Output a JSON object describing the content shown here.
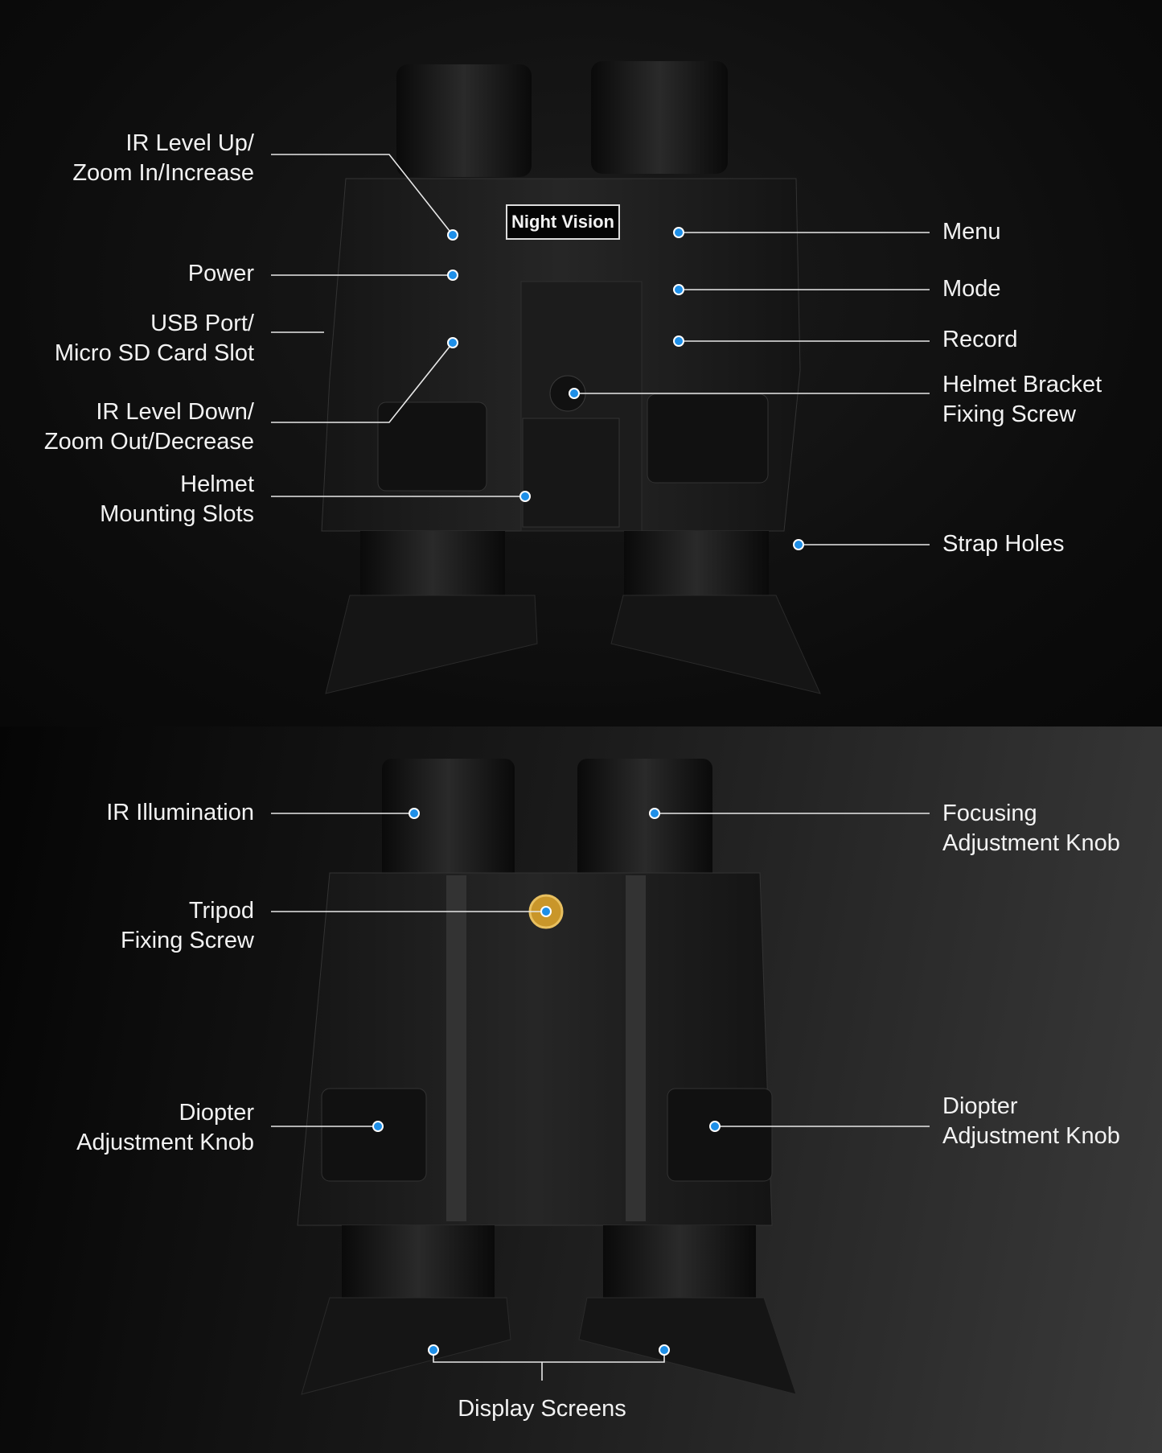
{
  "product_badge": "Night Vision",
  "accent_color": "#1e8fe8",
  "top_view": {
    "left_labels": [
      {
        "line1": "IR Level Up/",
        "line2": "Zoom In/Increase"
      },
      {
        "line1": "Power",
        "line2": ""
      },
      {
        "line1": "USB Port/",
        "line2": "Micro SD Card Slot"
      },
      {
        "line1": "IR Level Down/",
        "line2": "Zoom Out/Decrease"
      },
      {
        "line1": "Helmet",
        "line2": "Mounting Slots"
      }
    ],
    "right_labels": [
      {
        "line1": "Menu",
        "line2": ""
      },
      {
        "line1": "Mode",
        "line2": ""
      },
      {
        "line1": "Record",
        "line2": ""
      },
      {
        "line1": "Helmet Bracket",
        "line2": "Fixing Screw"
      },
      {
        "line1": "Strap Holes",
        "line2": ""
      }
    ]
  },
  "bottom_view": {
    "left_labels": [
      {
        "line1": "IR Illumination",
        "line2": ""
      },
      {
        "line1": "Tripod",
        "line2": "Fixing Screw"
      },
      {
        "line1": "Diopter",
        "line2": "Adjustment Knob"
      }
    ],
    "right_labels": [
      {
        "line1": "Focusing",
        "line2": "Adjustment Knob"
      },
      {
        "line1": "Diopter",
        "line2": "Adjustment Knob"
      }
    ],
    "bottom_label": "Display Screens"
  }
}
